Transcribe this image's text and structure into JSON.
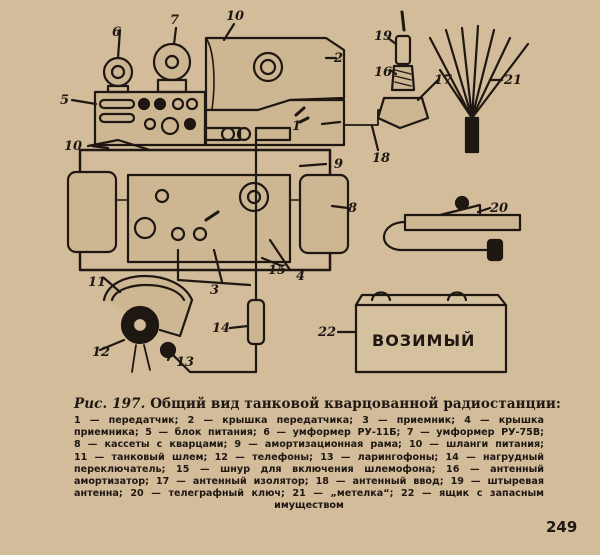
{
  "figure": {
    "labels": [
      "1",
      "2",
      "3",
      "4",
      "5",
      "6",
      "7",
      "8",
      "9",
      "10",
      "10",
      "11",
      "12",
      "13",
      "14",
      "15",
      "16",
      "17",
      "18",
      "19",
      "20",
      "21",
      "22"
    ],
    "box_text": "ВОЗИМЫЙ"
  },
  "caption": {
    "fig_label": "Рис. 197.",
    "title": "Общий вид танковой кварцованной радиостанции:"
  },
  "legend_lines": [
    "1 — передатчик; 2 — крышка передатчика; 3 — приемник; 4 — крышка",
    "приемника; 5 — блок питания; 6 — умформер РУ-11Б; 7 — умформер РУ-75В;",
    "8 — кассеты с кварцами; 9 — амортизационная рама; 10 — шланги питания;",
    "11 — танковый шлем; 12 — телефоны; 13 — ларингофоны; 14 — нагрудный",
    "переключатель; 15 — шнур для включения шлемофона; 16 — антенный",
    "амортизатор; 17 — антенный изолятор; 18 — антенный ввод; 19 — штыревая",
    "антенна; 20 — телеграфный ключ; 21 — „метелка“; 22 — ящик с запасным",
    "имуществом"
  ],
  "page_number": "249"
}
